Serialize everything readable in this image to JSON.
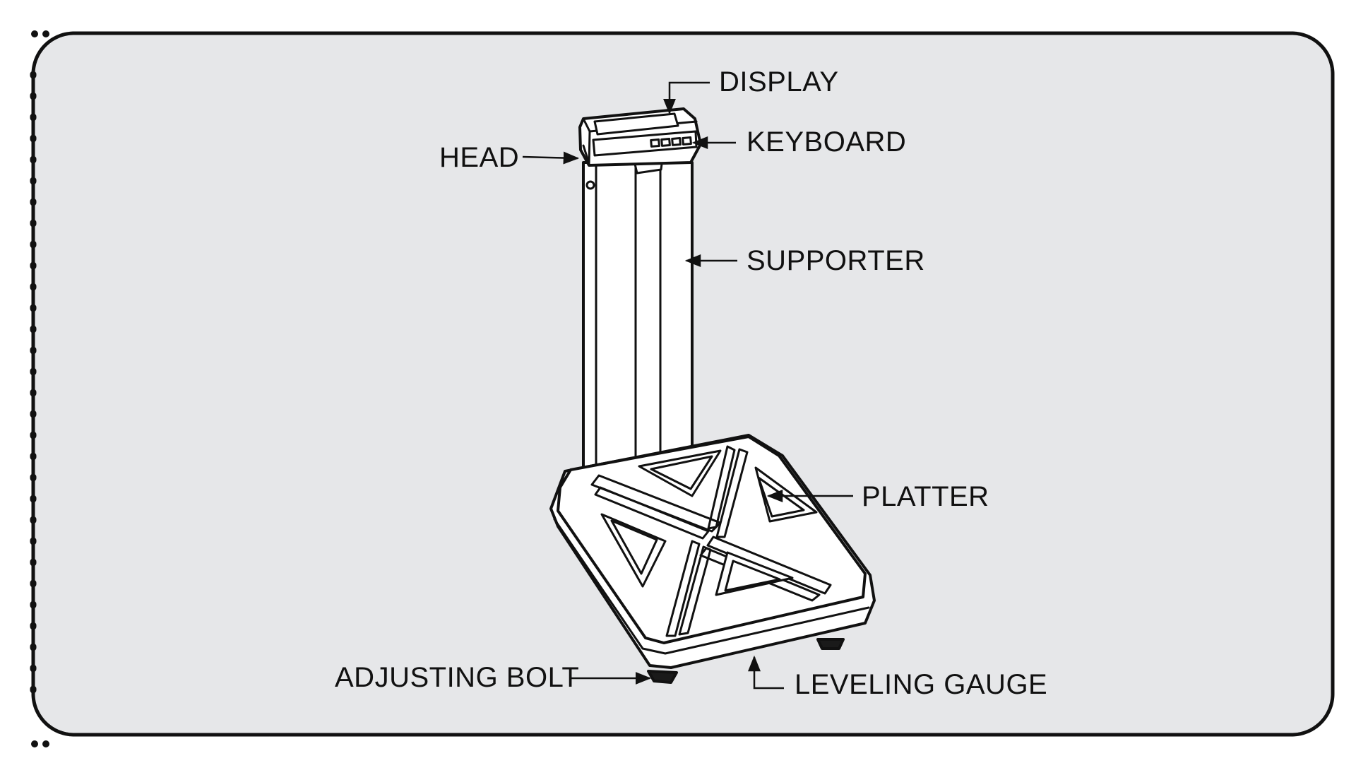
{
  "colors": {
    "panel_background": "#e6e7e9",
    "ink": "#111111",
    "line_art_fill": "#ffffff"
  },
  "labels": {
    "display": "DISPLAY",
    "keyboard": "KEYBOARD",
    "head": "HEAD",
    "supporter": "SUPPORTER",
    "platter": "PLATTER",
    "adjusting_bolt": "ADJUSTING BOLT",
    "leveling_gauge": "LEVELING GAUGE"
  }
}
